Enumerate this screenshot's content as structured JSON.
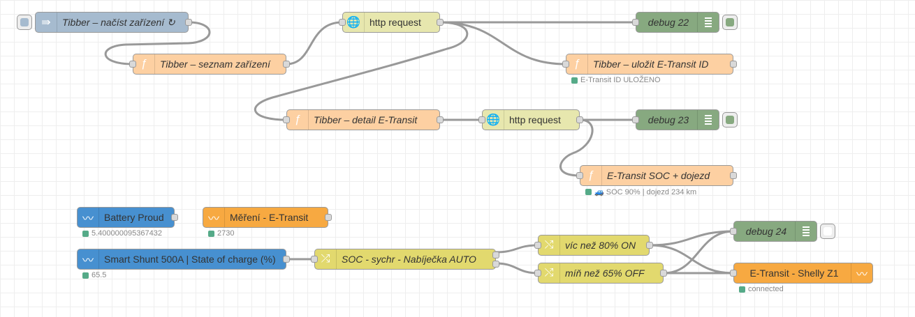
{
  "nodes": {
    "tibber_nacist": {
      "label": "Tibber – načíst zařízení ↻",
      "icon": "inject-arrow-icon"
    },
    "tibber_seznam": {
      "label": "Tibber – seznam zařízení",
      "icon": "function-icon"
    },
    "http1": {
      "label": "http request",
      "icon": "globe-icon"
    },
    "debug22": {
      "label": "debug 22",
      "icon": "list-lines-icon"
    },
    "tibber_ulozit": {
      "label": "Tibber – uložit E-Transit ID",
      "icon": "function-icon",
      "status": "E-Transit ID ULOŽENO"
    },
    "tibber_detail": {
      "label": "Tibber – detail E-Transit",
      "icon": "function-icon"
    },
    "http2": {
      "label": "http request",
      "icon": "globe-icon"
    },
    "debug23": {
      "label": "debug 23",
      "icon": "list-lines-icon"
    },
    "soc_dojezd": {
      "label": "E-Transit SOC + dojezd",
      "icon": "function-icon",
      "status": "🚙 SOC 90% | dojezd 234 km"
    },
    "battery_proud": {
      "label": "Battery Proud",
      "icon": "victron-icon",
      "status": "5.400000095367432"
    },
    "mereni": {
      "label": "Měření - E-Transit",
      "icon": "victron-icon",
      "status": "2730"
    },
    "smart_shunt": {
      "label": "Smart Shunt 500A | State of charge (%)",
      "icon": "victron-icon",
      "status": "65.5"
    },
    "soc_sychr": {
      "label": "SOC - sychr - Nabíječka AUTO",
      "icon": "switch-icon"
    },
    "vic_nez": {
      "label": "víc než 80% ON",
      "icon": "shuffle-icon"
    },
    "min_nez": {
      "label": "míň než 65% OFF",
      "icon": "shuffle-icon"
    },
    "debug24": {
      "label": "debug 24",
      "icon": "list-lines-icon"
    },
    "shelly": {
      "label": "E-Transit - Shelly Z1",
      "icon": "victron-icon",
      "status": "connected"
    }
  }
}
